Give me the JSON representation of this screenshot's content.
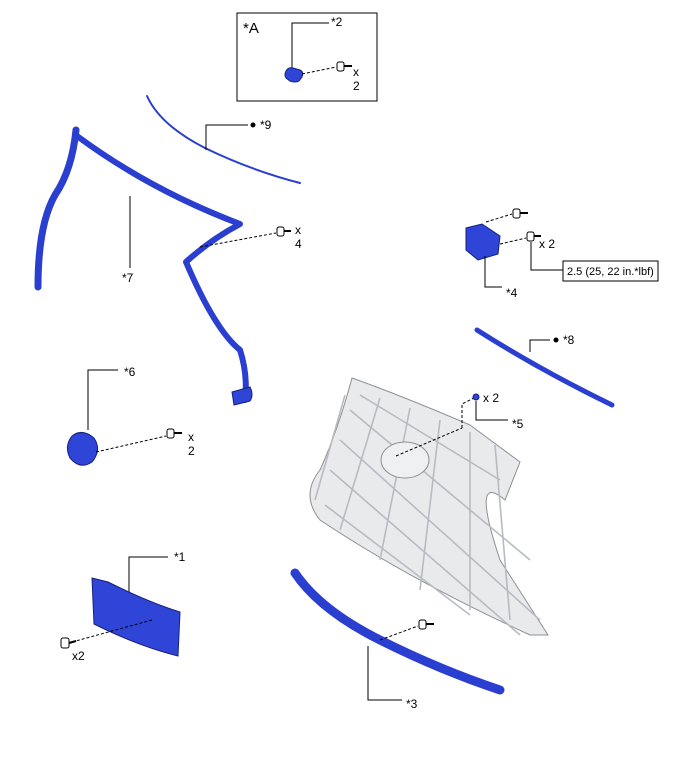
{
  "detail_box": {
    "label": "*A",
    "callout": "*2",
    "qty_x": "x",
    "qty_n": "2"
  },
  "callouts": {
    "c9": "*9",
    "c7": "*7",
    "c7_qty_x": "x",
    "c7_qty_n": "4",
    "c4": "*4",
    "c4_qty": "x 2",
    "torque": "2.5 (25, 22 in.*lbf)",
    "c8": "*8",
    "c6": "*6",
    "c6_qty_x": "x",
    "c6_qty_n": "2",
    "c5": "*5",
    "c5_qty": "x 2",
    "c1": "*1",
    "c1_qty": "x2",
    "c3": "*3"
  },
  "colors": {
    "part_blue": "#2f45d8",
    "grille_gray": "#e8eaec"
  }
}
